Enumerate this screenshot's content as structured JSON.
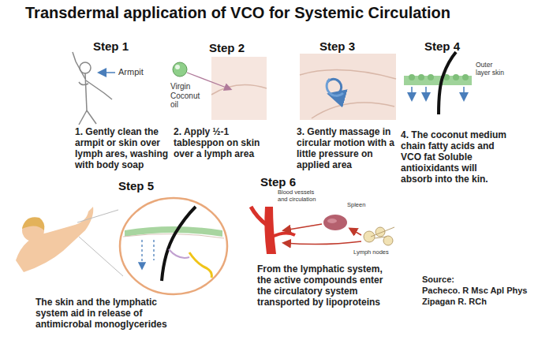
{
  "diagram": {
    "title": "Transdermal application of VCO for Systemic Circulation",
    "nodes": [
      {
        "text": [
          "Step 1",
          "1. Gently clean the armpit or skin over lymph ares, washing with body soap"
        ]
      },
      {
        "text": [
          "Step 2",
          "2. Apply ½-1 tablesppon on skin over a lymph area"
        ]
      },
      {
        "text": [
          "Step 3",
          "3. Gently massage in circular motion with a little pressure on applied area"
        ]
      },
      {
        "text": [
          "Step 4",
          "4. The coconut medium chain fatty acids and VCO fat Soluble antioixidants will absorb into the kin."
        ]
      },
      {
        "text": [
          "Step 5",
          "The skin and the lymphatic system aid in release of antimicrobal monoglycerides"
        ]
      },
      {
        "text": [
          "Step 6",
          "From the lymphatic system, the active compounds enter the circulatory system transported by lipoproteins"
        ]
      }
    ],
    "labels": [
      "Armpit",
      "Virgin Coconut oil",
      "Outer layer skin",
      "Blood vessels and circulation",
      "Spleen",
      "Lymph nodes",
      "Source:",
      "Pacheco. R Msc Apl Phys",
      "Zipagan R. RCh"
    ]
  }
}
